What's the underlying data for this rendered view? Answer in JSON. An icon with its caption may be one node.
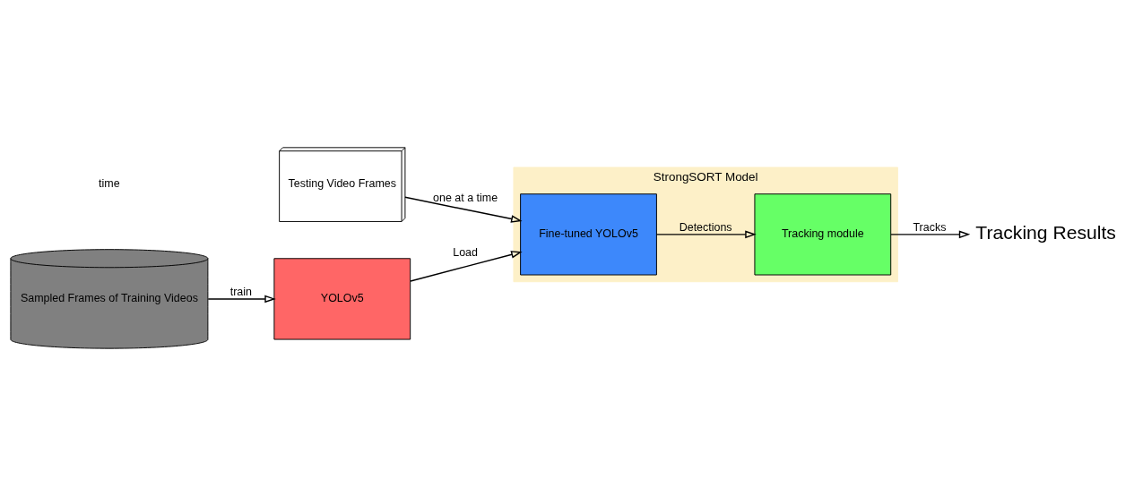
{
  "diagram": {
    "nodes": [
      {
        "text": [
          "YOLOv5"
        ]
      },
      {
        "text": [
          "StrongSORT Model"
        ]
      },
      {
        "text": [
          "Fine-tuned YOLOv5"
        ],
        "in": 1
      },
      {
        "text": [
          "Tracking module"
        ],
        "in": 1
      },
      {
        "text": [
          "Tracking Results"
        ]
      },
      {
        "text": [
          "Sampled Frames of Training Videos"
        ]
      },
      {
        "text": [
          "Testing Video Frames"
        ]
      }
    ],
    "edges": [
      {
        "from": 0,
        "to": 2,
        "arrow": "to",
        "label": "Load"
      },
      {
        "from": 2,
        "to": 3,
        "arrow": "to",
        "label": "Detections"
      },
      {
        "from": 3,
        "to": 4,
        "arrow": "to",
        "label": "Tracks"
      },
      {
        "from": 5,
        "to": 0,
        "arrow": "to",
        "label": "train"
      },
      {
        "from": 6,
        "to": 2,
        "arrow": "to",
        "label": "one at a time"
      }
    ],
    "labels": [
      "time"
    ]
  }
}
